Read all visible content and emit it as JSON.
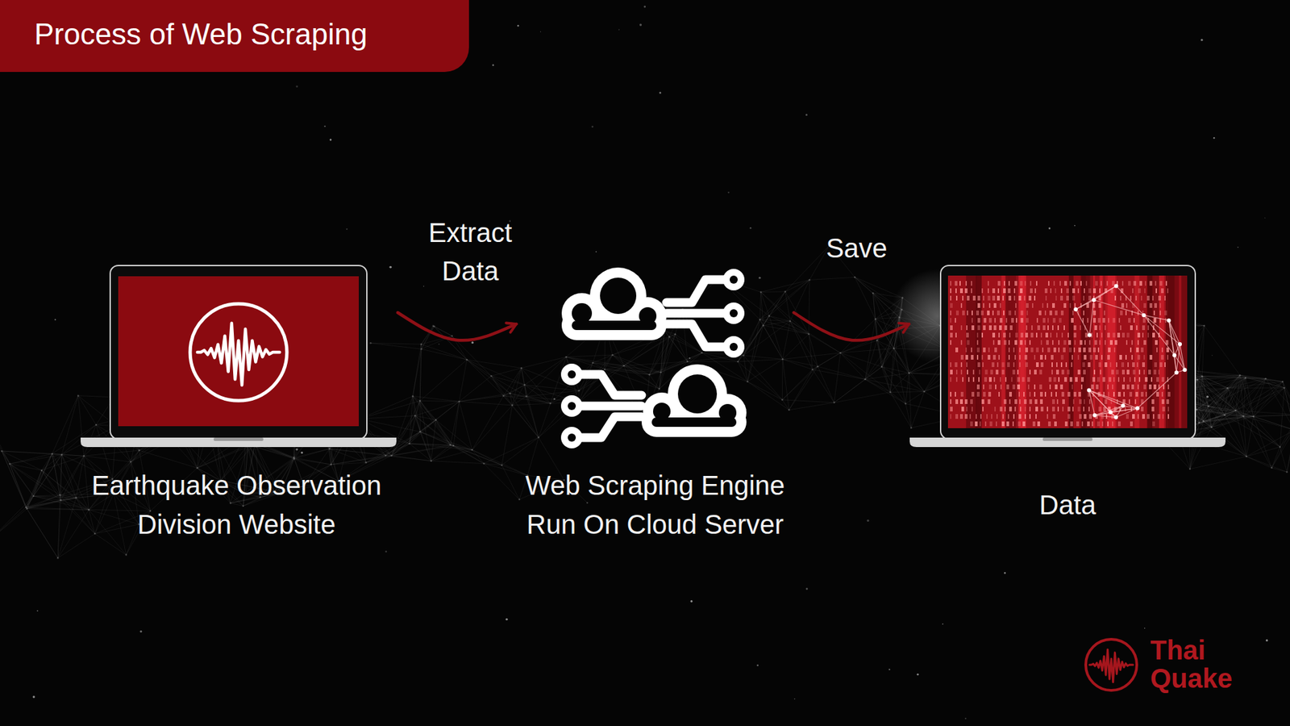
{
  "diagram": {
    "title": "Process of Web Scraping",
    "nodes": [
      {
        "text": [
          "Earthquake Observation Division Website"
        ]
      },
      {
        "text": [
          "Web Scraping Engine Run On Cloud Server"
        ]
      },
      {
        "text": [
          "Data"
        ]
      }
    ],
    "edges": [
      {
        "from": 0,
        "to": 1,
        "label": "Extract Data",
        "arrow": "to"
      },
      {
        "from": 1,
        "to": 2,
        "label": "Save",
        "arrow": "to"
      }
    ],
    "labels": [
      "Thai Quake"
    ]
  }
}
